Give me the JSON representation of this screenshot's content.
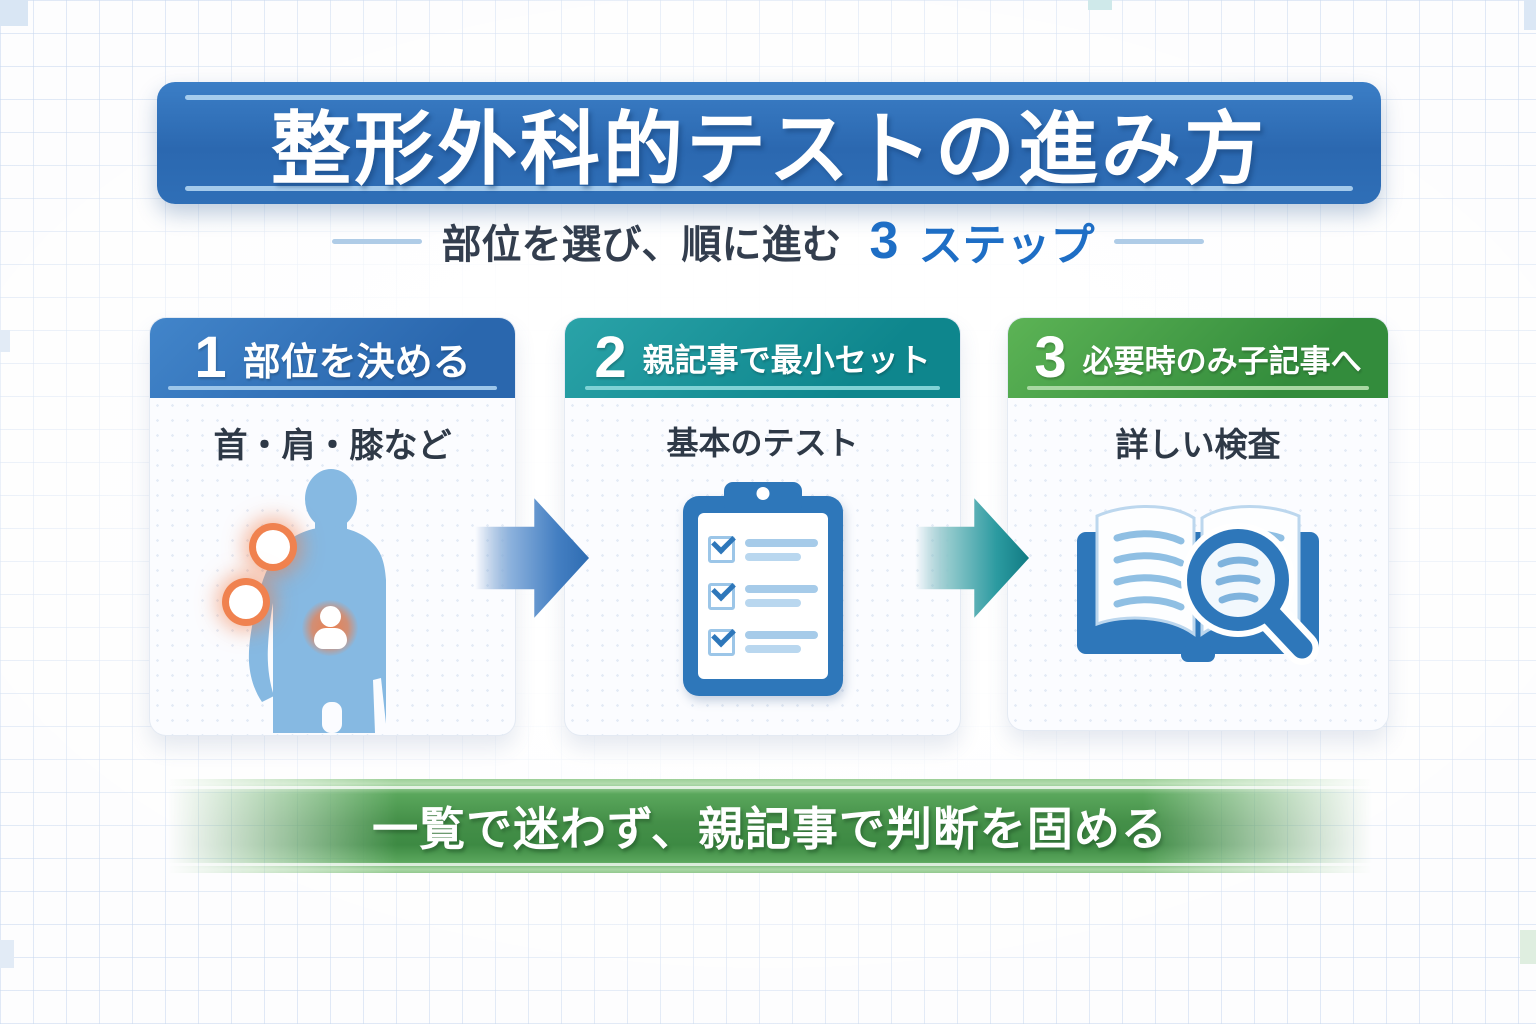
{
  "page": {
    "title": "整形外科的テストの進み方"
  },
  "subtitle": {
    "prefix": "部位を選び、順に進む",
    "accent_number": "3",
    "accent_text": "ステップ"
  },
  "steps": [
    {
      "number": "1",
      "heading": "部位を決める",
      "caption": "首・肩・膝など",
      "icon": "body-pain-points-icon",
      "header_color": "#2c6cb4",
      "underline_color": "#9cc6ea"
    },
    {
      "number": "2",
      "heading": "親記事で最小セット",
      "caption": "基本のテスト",
      "icon": "clipboard-checklist-icon",
      "header_color": "#139197",
      "underline_color": "#7fd2d5"
    },
    {
      "number": "3",
      "heading": "必要時のみ子記事へ",
      "caption": "詳しい検査",
      "icon": "book-magnifier-icon",
      "header_color": "#3f9e44",
      "underline_color": "#a8d8a2"
    }
  ],
  "arrows": [
    {
      "direction": "right",
      "color": "#2e6cb2"
    },
    {
      "direction": "right",
      "color": "#117b83"
    }
  ],
  "footer": {
    "text": "一覧で迷わず、親記事で判断を固める",
    "color": "#428f47"
  },
  "colors": {
    "banner_blue": "#2c6cb4",
    "accent_blue": "#1e6ec5",
    "teal": "#139197",
    "green": "#3f9e44",
    "footer_green": "#428f47",
    "text_dark": "#333e4e",
    "grid_line": "#dce6f2",
    "silhouette_blue": "#86b9e2",
    "hotspot_orange": "#f0824f",
    "icon_blue": "#2e77ba"
  }
}
